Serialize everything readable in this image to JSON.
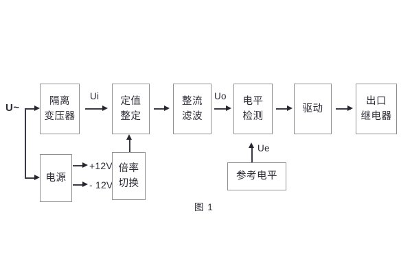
{
  "figure": {
    "caption": "图 1",
    "background": "#ffffff",
    "box_border_color": "#8f8f8f",
    "line_color": "#3a3a44",
    "text_color": "#2b2b36"
  },
  "source_label": "U~",
  "blocks": [
    {
      "id": "isolation-transformer",
      "lines": [
        "隔离",
        "变压器"
      ]
    },
    {
      "id": "setting-adjust",
      "lines": [
        "定值",
        "整定"
      ]
    },
    {
      "id": "rectify-filter",
      "lines": [
        "整流",
        "滤波"
      ]
    },
    {
      "id": "level-detect",
      "lines": [
        "电平",
        "检测"
      ]
    },
    {
      "id": "drive",
      "lines": [
        "驱动"
      ]
    },
    {
      "id": "output-relay",
      "lines": [
        "出口",
        "继电器"
      ]
    },
    {
      "id": "power-supply",
      "lines": [
        "电源"
      ]
    },
    {
      "id": "multiplier-switch",
      "lines": [
        "倍率",
        "切换"
      ]
    },
    {
      "id": "reference-level",
      "lines": [
        "参考电平"
      ]
    }
  ],
  "signals": {
    "ui": "Ui",
    "uo": "Uo",
    "ue": "Ue"
  },
  "supply_rails": {
    "positive": "+12V",
    "negative": "- 12V"
  }
}
